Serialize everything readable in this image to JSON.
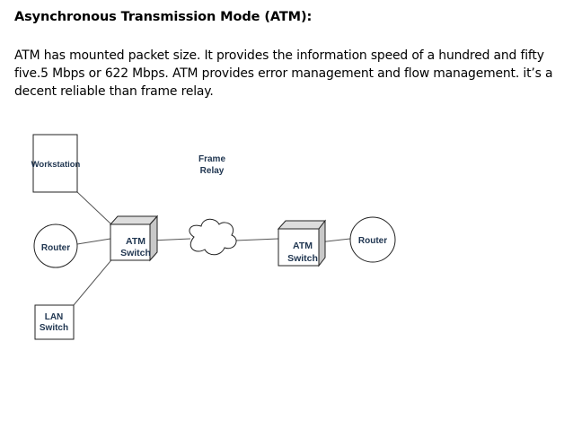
{
  "title": "Asynchronous Transmission Mode (ATM):",
  "description": "ATM has mounted packet size. It provides the information speed of a hundred and fifty five.5 Mbps or 622 Mbps. ATM provides error management and flow management. it’s a decent reliable than frame relay.",
  "diagram": {
    "workstation_label": "Workstation",
    "router_left_label": "Router",
    "lan_switch_line1": "LAN",
    "lan_switch_line2": "Switch",
    "atm_switch_left_line1": "ATM",
    "atm_switch_left_line2": "Switch",
    "frame_relay_line1": "Frame",
    "frame_relay_line2": "Relay",
    "atm_switch_right_line1": "ATM",
    "atm_switch_right_line2": "Switch",
    "router_right_label": "Router"
  }
}
